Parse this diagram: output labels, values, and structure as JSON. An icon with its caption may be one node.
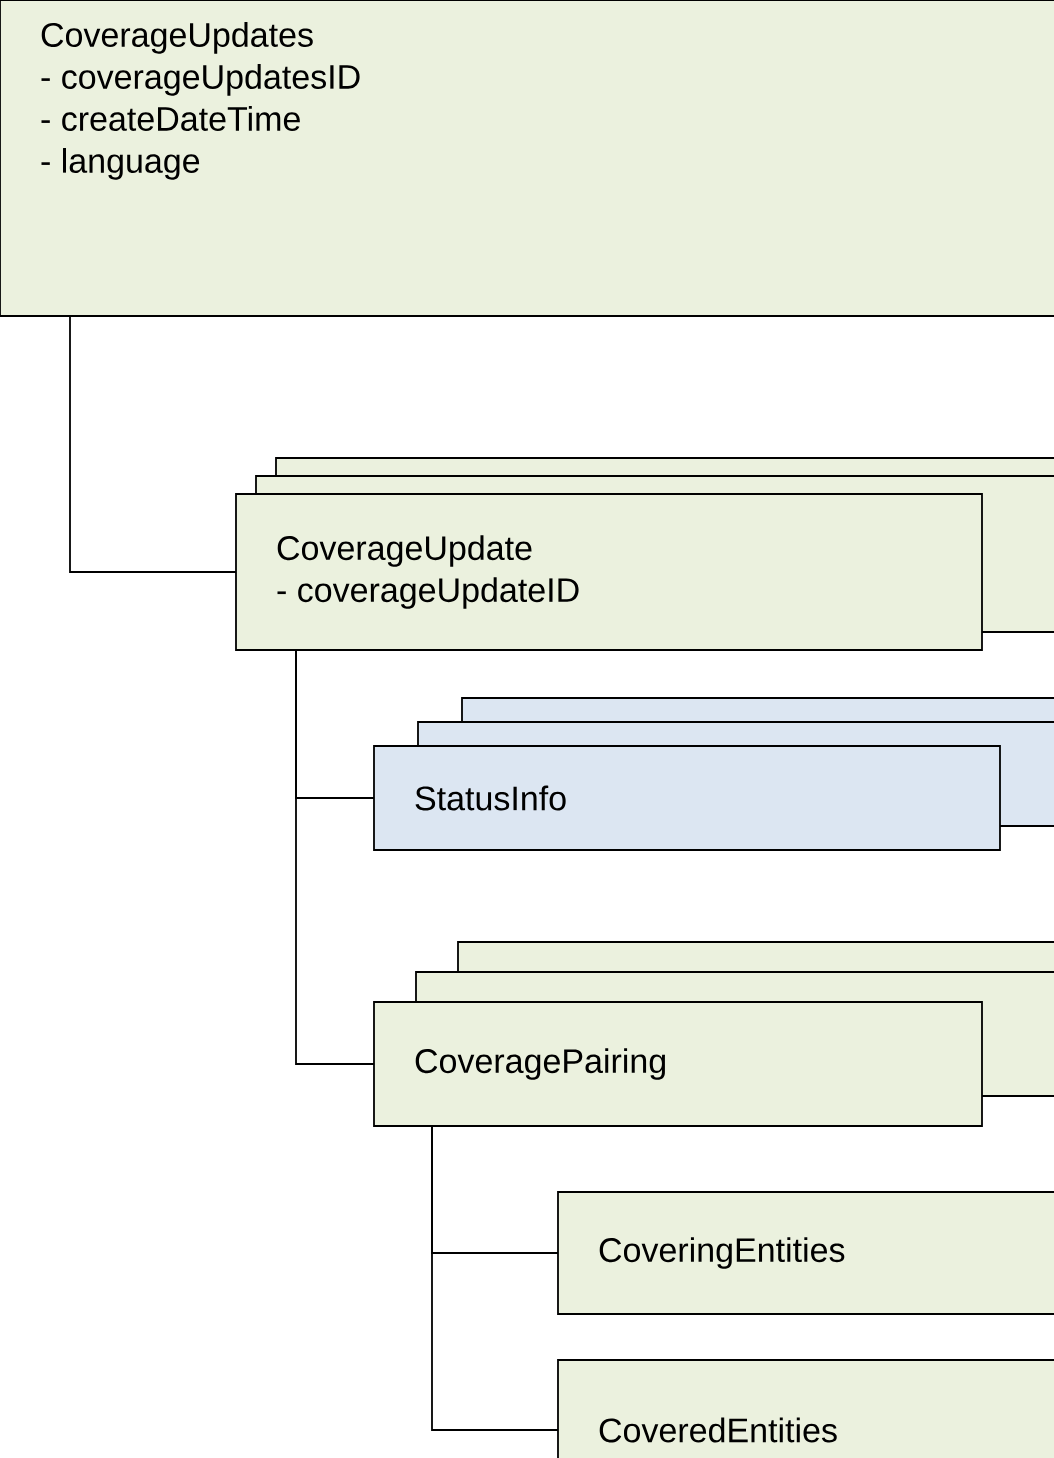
{
  "diagram": {
    "nodes": [
      {
        "text": [
          "CoverageUpdates",
          "- coverageUpdatesID",
          "- createDateTime",
          "- language"
        ]
      },
      {
        "text": [
          "CoverageUpdate",
          "- coverageUpdateID"
        ]
      },
      {
        "text": [
          "StatusInfo"
        ]
      },
      {
        "text": [
          "CoveragePairing"
        ]
      },
      {
        "text": [
          "CoveringEntities"
        ]
      },
      {
        "text": [
          "CoveredEntities"
        ]
      }
    ],
    "edges": [
      {
        "from": 0,
        "to": 1,
        "arrow": "none"
      },
      {
        "from": 1,
        "to": 2,
        "arrow": "none"
      },
      {
        "from": 1,
        "to": 3,
        "arrow": "none"
      },
      {
        "from": 3,
        "to": 4,
        "arrow": "none"
      },
      {
        "from": 3,
        "to": 5,
        "arrow": "none"
      }
    ]
  }
}
